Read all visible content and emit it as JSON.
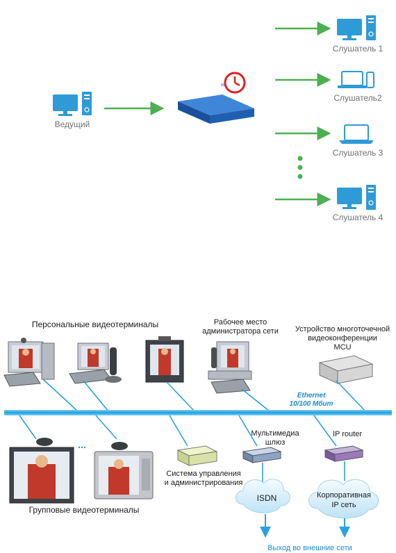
{
  "top_diagram": {
    "presenter_label": "Ведущий",
    "listeners": [
      "Слушатель 1",
      "Слушатель2",
      "Слушатель 3",
      "Слушатель 4"
    ],
    "colors": {
      "arrow": "#4caf50",
      "monitor": "#2e9bd6",
      "server": "#1f5fb0",
      "clock": "#e02020",
      "dots": "#4caf50"
    }
  },
  "bottom_diagram": {
    "personal_terminals_label": "Персональные  видеотерминалы",
    "admin_workstation_label": [
      "Рабочее место",
      "администратора сети"
    ],
    "mcu_label": [
      "Устройство многоточечной",
      "видеоконференции",
      "MCU"
    ],
    "ethernet_label": [
      "Ethernet",
      "10/100 Мбит"
    ],
    "ellipsis": "...",
    "multimedia_gateway_label": [
      "Мультимедиа",
      "шлюз"
    ],
    "ip_router_label": "IP router",
    "management_system_label": [
      "Система управления",
      "и администрирования"
    ],
    "isdn_label": "ISDN",
    "corporate_network_label": [
      "Корпоративная",
      "IP сеть"
    ],
    "group_terminals_label": "Групповые видеотерминалы",
    "external_exit_label": "Выход во внешние сети",
    "colors": {
      "bus": "#29a3e0",
      "links": "#29a3e0"
    }
  }
}
